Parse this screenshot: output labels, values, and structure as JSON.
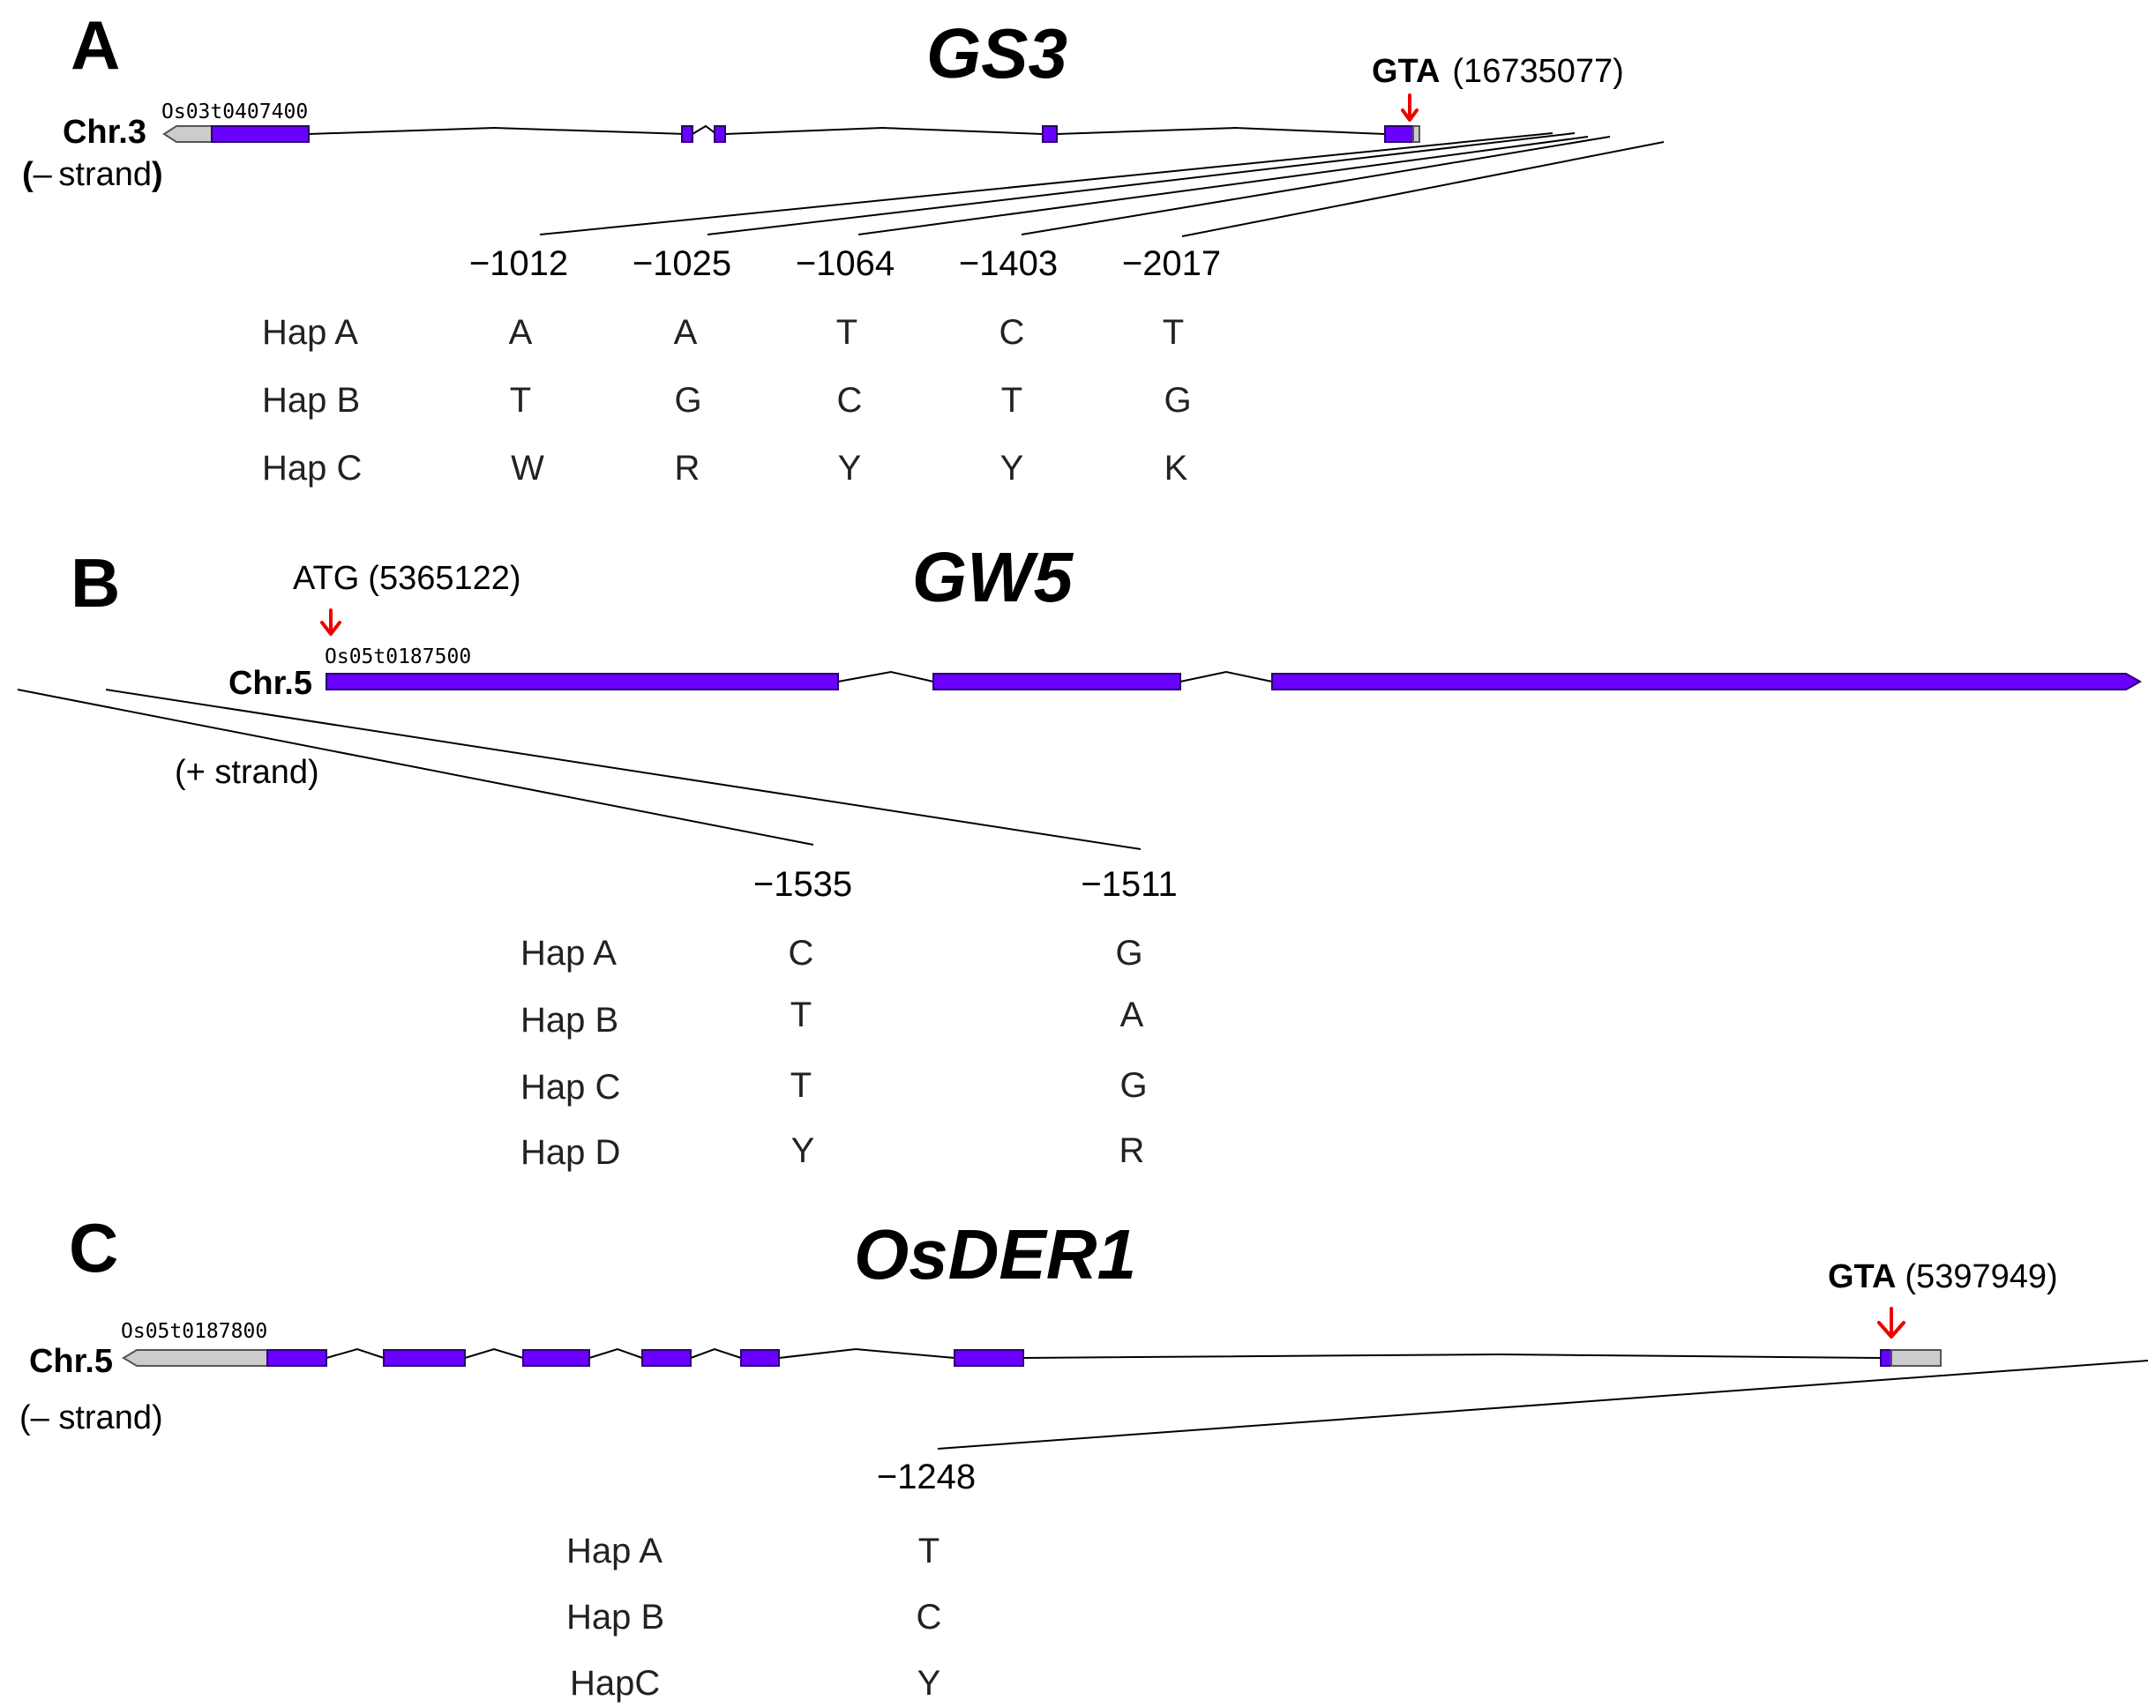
{
  "panels": [
    {
      "letter": "A",
      "gene": "GS3",
      "chromosome": "Chr.3",
      "strand": "(– strand)",
      "gene_id": "Os03t0407400",
      "site_codon": "GTA",
      "site_position": "(16735077)",
      "positions": [
        "−1012",
        "−1025",
        "−1064",
        "−1403",
        "−2017"
      ],
      "haplotypes": [
        {
          "name": "Hap A",
          "alleles": [
            "A",
            "A",
            "T",
            "C",
            "T"
          ]
        },
        {
          "name": "Hap B",
          "alleles": [
            "T",
            "G",
            "C",
            "T",
            "G"
          ]
        },
        {
          "name": "Hap C",
          "alleles": [
            "W",
            "R",
            "Y",
            "Y",
            "K"
          ]
        }
      ]
    },
    {
      "letter": "B",
      "gene": "GW5",
      "chromosome": "Chr.5",
      "strand": "(+ strand)",
      "gene_id": "Os05t0187500",
      "site_codon": "ATG",
      "site_position": "(5365122)",
      "positions": [
        "−1535",
        "−1511"
      ],
      "haplotypes": [
        {
          "name": "Hap A",
          "alleles": [
            "C",
            "G"
          ]
        },
        {
          "name": "Hap B",
          "alleles": [
            "T",
            "A"
          ]
        },
        {
          "name": "Hap C",
          "alleles": [
            "T",
            "G"
          ]
        },
        {
          "name": "Hap D",
          "alleles": [
            "Y",
            "R"
          ]
        }
      ]
    },
    {
      "letter": "C",
      "gene": "OsDER1",
      "chromosome": "Chr.5",
      "strand": "(– strand)",
      "gene_id": "Os05t0187800",
      "site_codon": "GTA",
      "site_position": "(5397949)",
      "positions": [
        "−1248"
      ],
      "haplotypes": [
        {
          "name": "Hap A",
          "alleles": [
            "T"
          ]
        },
        {
          "name": "Hap B",
          "alleles": [
            "C"
          ]
        },
        {
          "name": "HapC",
          "alleles": [
            "Y"
          ]
        }
      ]
    }
  ],
  "colors": {
    "exon": "#6a00ff",
    "utr": "#cccccc",
    "start_arrow": "#ee0000"
  },
  "icons": {
    "start_site_marker": "red-down-arrow-icon"
  }
}
